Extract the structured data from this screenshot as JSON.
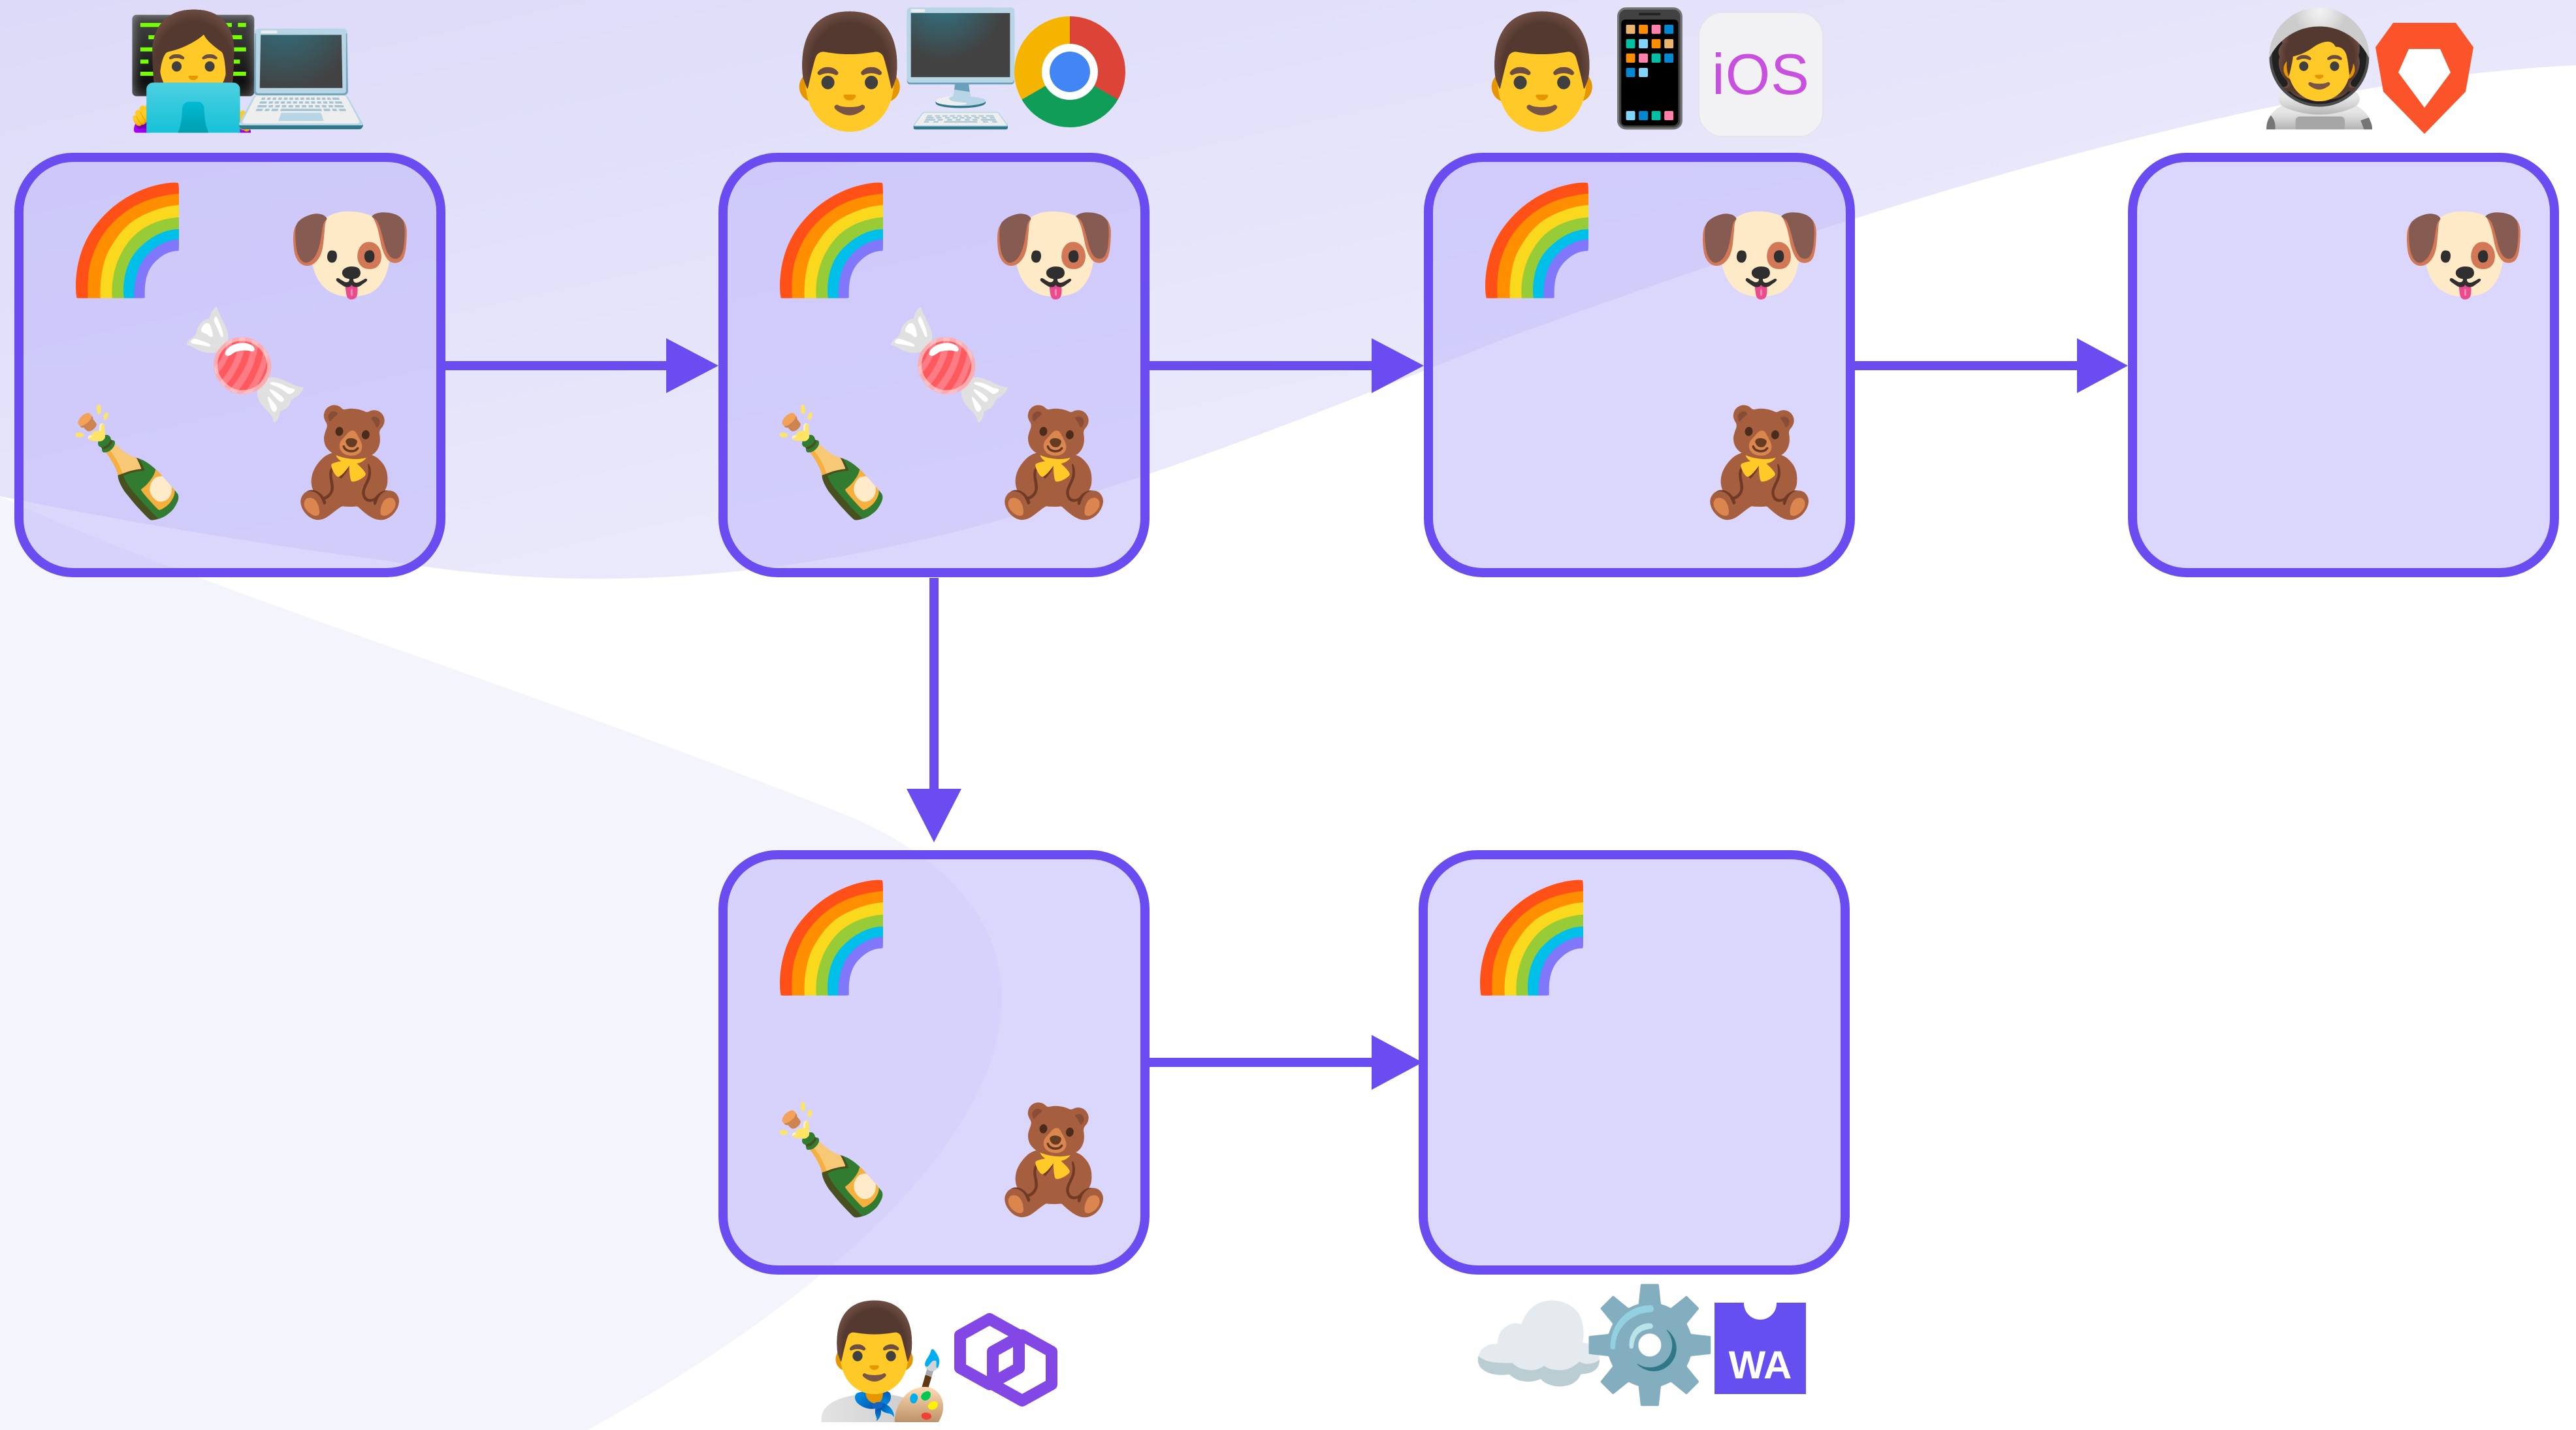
{
  "colors": {
    "accent": "#6a4cf0",
    "node_fill": "#d6d0fa",
    "background_tint": "#e9e8fb"
  },
  "nodes": [
    {
      "id": "node-1",
      "items": [
        "🌈",
        "🐶",
        "🍬",
        "🍾",
        "🧸"
      ],
      "badges": [
        "👩‍💻",
        "💻"
      ]
    },
    {
      "id": "node-2",
      "items": [
        "🌈",
        "🐶",
        "🍬",
        "🍾",
        "🧸"
      ],
      "badges": [
        "👨",
        "🖥️",
        "chrome-icon"
      ]
    },
    {
      "id": "node-3",
      "items": [
        "🌈",
        "🐶",
        "🧸"
      ],
      "badges": [
        "👨",
        "📱",
        "iOS"
      ]
    },
    {
      "id": "node-4",
      "items": [
        "🐶"
      ],
      "badges": [
        "🧑‍🚀",
        "brave-icon"
      ]
    },
    {
      "id": "node-5",
      "items": [
        "🌈",
        "🍾",
        "🧸"
      ],
      "badges": [
        "👨‍🎨",
        "polygon-icon"
      ]
    },
    {
      "id": "node-6",
      "items": [
        "🌈"
      ],
      "badges": [
        "☁️",
        "⚙️",
        "WA"
      ]
    }
  ],
  "edges": [
    {
      "from": "node-1",
      "to": "node-2"
    },
    {
      "from": "node-2",
      "to": "node-3"
    },
    {
      "from": "node-3",
      "to": "node-4"
    },
    {
      "from": "node-2",
      "to": "node-5"
    },
    {
      "from": "node-5",
      "to": "node-6"
    }
  ],
  "text": {
    "ios_label": "iOS",
    "wa_label": "WA"
  }
}
